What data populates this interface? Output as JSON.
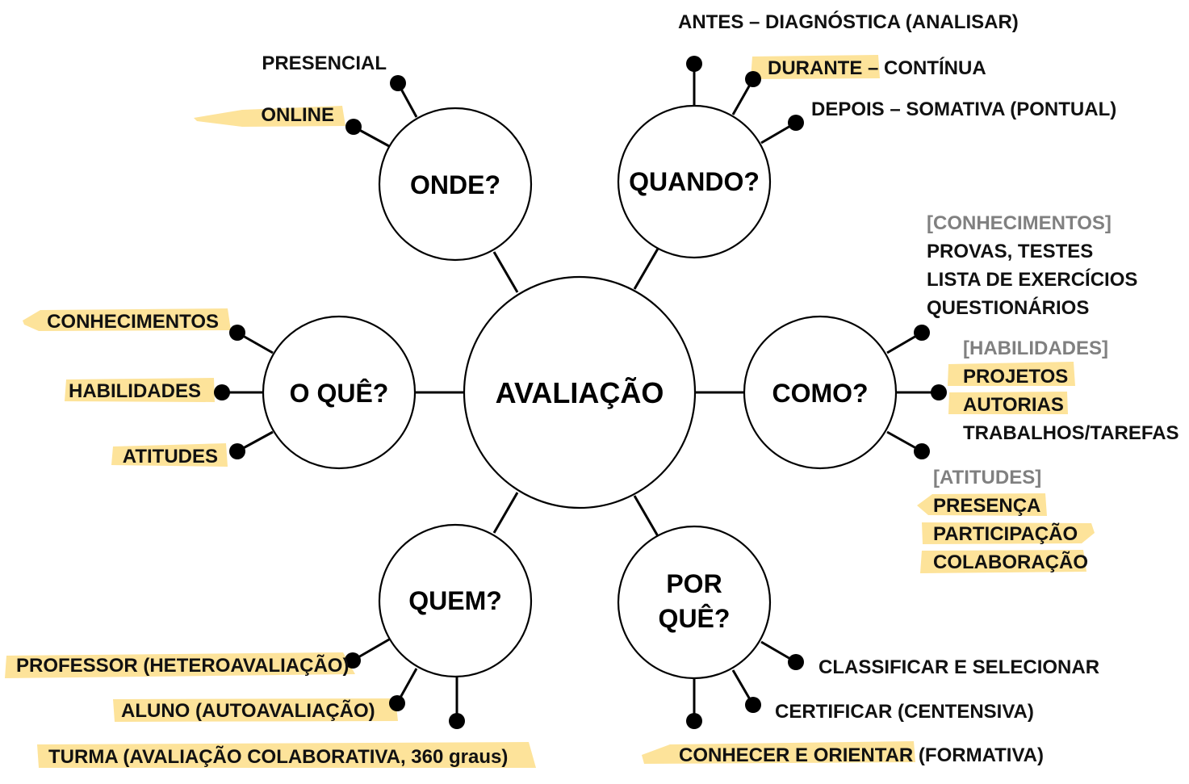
{
  "center": "AVALIAÇÃO",
  "nodes": {
    "onde": "ONDE?",
    "quando": "QUANDO?",
    "como": "COMO?",
    "porque_1": "POR",
    "porque_2": "QUÊ?",
    "quem": "QUEM?",
    "oque": "O QUÊ?"
  },
  "onde": {
    "presencial": "PRESENCIAL",
    "online": "ONLINE"
  },
  "quando": {
    "antes": "ANTES – DIAGNÓSTICA (ANALISAR)",
    "durante": "DURANTE",
    "durante_rest": " – CONTÍNUA",
    "depois": "DEPOIS – SOMATIVA (PONTUAL)"
  },
  "como": {
    "conhecimentos_header": "[CONHECIMENTOS]",
    "provas": "PROVAS, TESTES",
    "lista": "LISTA DE EXERCÍCIOS",
    "questionarios": "QUESTIONÁRIOS",
    "habilidades_header": "[HABILIDADES]",
    "projetos": "PROJETOS",
    "autorias": "AUTORIAS",
    "trabalhos": "TRABALHOS/TAREFAS",
    "atitudes_header": "[ATITUDES]",
    "presenca": "PRESENÇA",
    "participacao": "PARTICIPAÇÃO",
    "colaboracao": "COLABORAÇÃO"
  },
  "oque": {
    "conhecimentos": "CONHECIMENTOS",
    "habilidades": "HABILIDADES",
    "atitudes": "ATITUDES"
  },
  "quem": {
    "professor": "PROFESSOR (HETEROAVALIAÇÃO)",
    "aluno": "ALUNO (AUTOAVALIAÇÃO)",
    "turma": "TURMA (AVALIAÇÃO COLABORATIVA, 360 graus)"
  },
  "porque": {
    "classificar": "CLASSIFICAR E SELECIONAR",
    "certificar": "CERTIFICAR (CENTENSIVA)",
    "conhecer": "CONHECER E ORIENTAR",
    "conhecer_rest": " (FORMATIVA)"
  },
  "colors": {
    "highlight": "#fde39a",
    "text": "#111111",
    "secondary_text": "#808080",
    "line": "#000000"
  }
}
